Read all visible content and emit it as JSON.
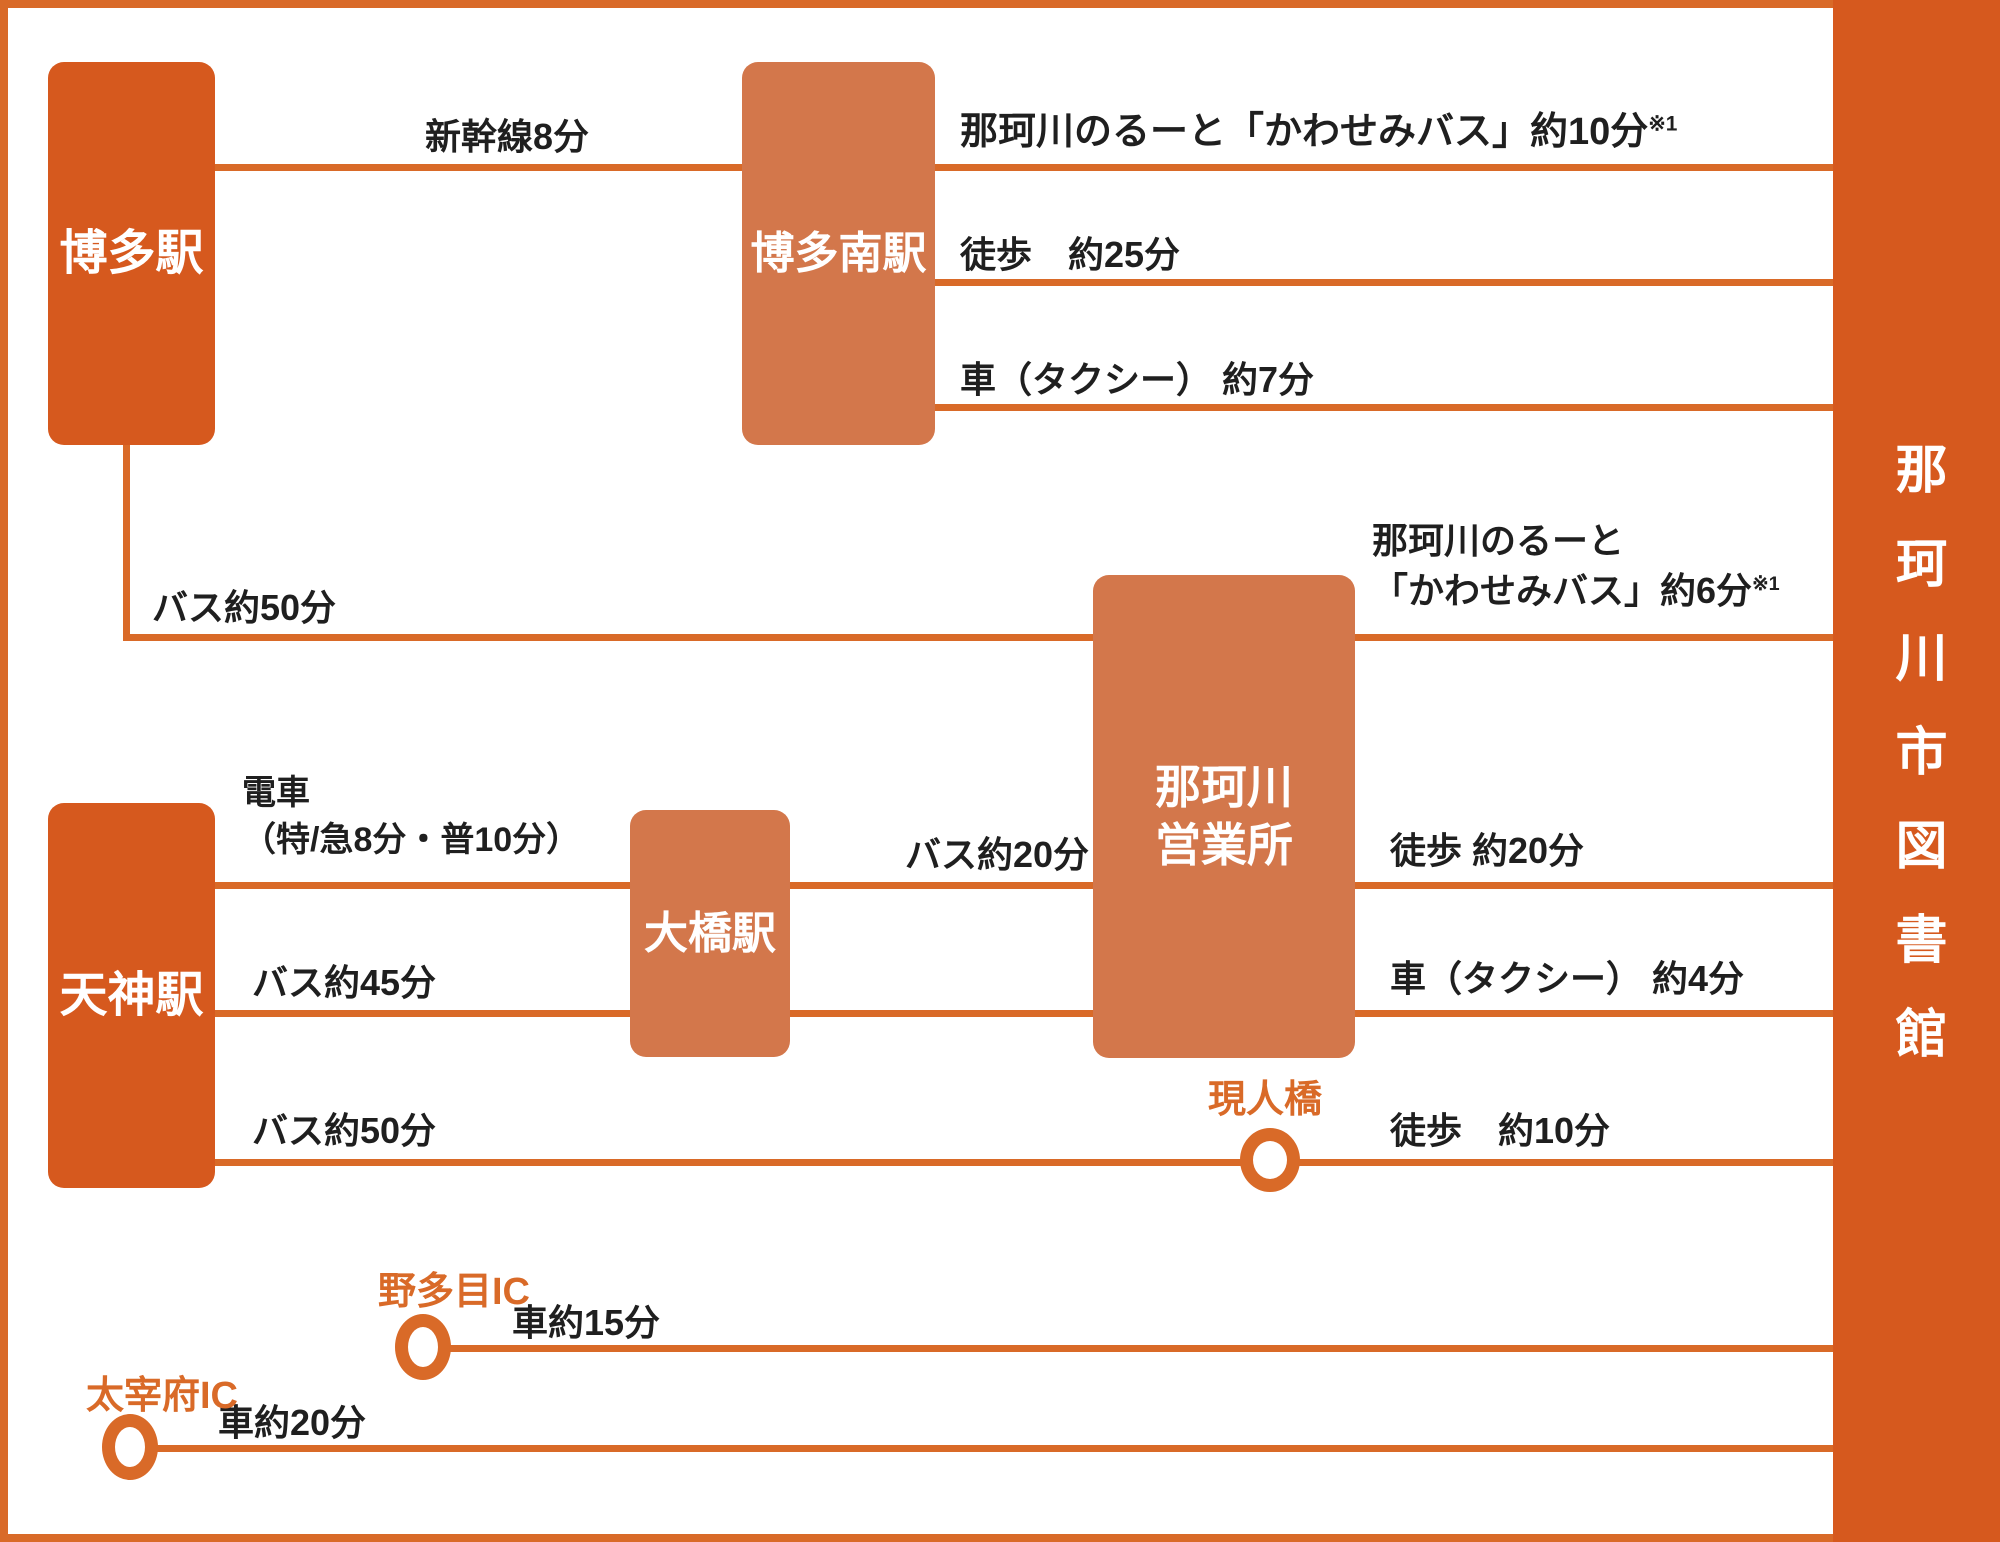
{
  "palette": {
    "dark_orange": "#d6591e",
    "light_orange": "#d3774b",
    "accent": "#d96a28",
    "label_text": "#1f1f1f",
    "background": "#ffffff"
  },
  "destination": {
    "name": "那珂川市図書館"
  },
  "stations": {
    "hakata": {
      "name": "博多駅"
    },
    "hakataminami": {
      "name": "博多南駅"
    },
    "tenjin": {
      "name": "天神駅"
    },
    "ohashi": {
      "name": "大橋駅"
    },
    "eigyosho": {
      "name_line1": "那珂川",
      "name_line2": "営業所"
    }
  },
  "routes": {
    "shinkansen": "新幹線8分",
    "kawasemi10": "那珂川のるーと「かわせみバス」約10分",
    "walk25": "徒歩　約25分",
    "taxi7": "車（タクシー） 約7分",
    "bus50_hakata": "バス約50分",
    "kawasemi6_line1": "那珂川のるーと",
    "kawasemi6_line2": "「かわせみバス」約6分",
    "train_line1": "電車",
    "train_line2": "（特/急8分・普10分）",
    "bus20": "バス約20分",
    "bus45": "バス約45分",
    "bus50_tenjin": "バス約50分",
    "walk20": "徒歩 約20分",
    "taxi4": "車（タクシー） 約4分",
    "walk10": "徒歩　約10分",
    "car15": "車約15分",
    "car20": "車約20分"
  },
  "footnote_marker": "※1",
  "landmarks": {
    "arahitobashi": "現人橋",
    "notame_ic": "野多目IC",
    "dazaifu_ic": "太宰府IC"
  }
}
